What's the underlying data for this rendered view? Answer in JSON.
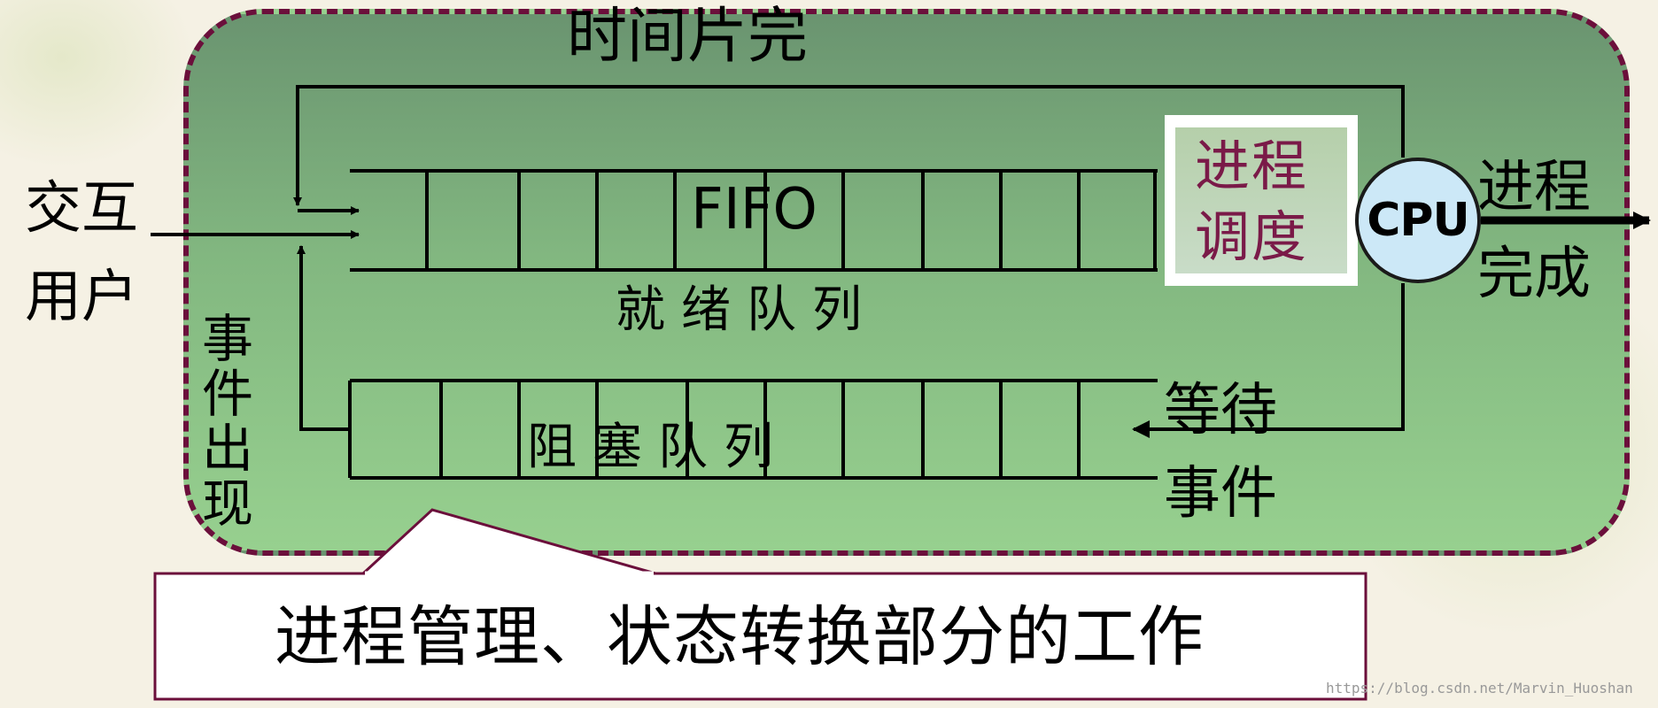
{
  "diagram": {
    "top_feedback_label": "时间片完",
    "interactive_user_label_line1": "交互",
    "interactive_user_label_line2": "用户",
    "ready_queue": {
      "inner_label": "FIFO",
      "label": "就绪队列",
      "cell_count": 10
    },
    "blocked_queue": {
      "label": "阻塞队列",
      "cell_count": 10
    },
    "event_occurs_label": "事件出现",
    "scheduling_label_line1": "进程",
    "scheduling_label_line2": "调度",
    "cpu_label": "CPU",
    "process_done_line1": "进程",
    "process_done_line2": "完成",
    "wait_event_line1": "等待",
    "wait_event_line2": "事件",
    "callout": "进程管理、状态转换部分的工作",
    "watermark": "https://blog.csdn.net/Marvin_Huoshan"
  },
  "colors": {
    "border": "#6b0f3b",
    "panel_top": "#6a9470",
    "panel_bottom": "#97d08f",
    "scheduling_text": "#7a1a48",
    "cpu_fill": "#cce8f7"
  }
}
